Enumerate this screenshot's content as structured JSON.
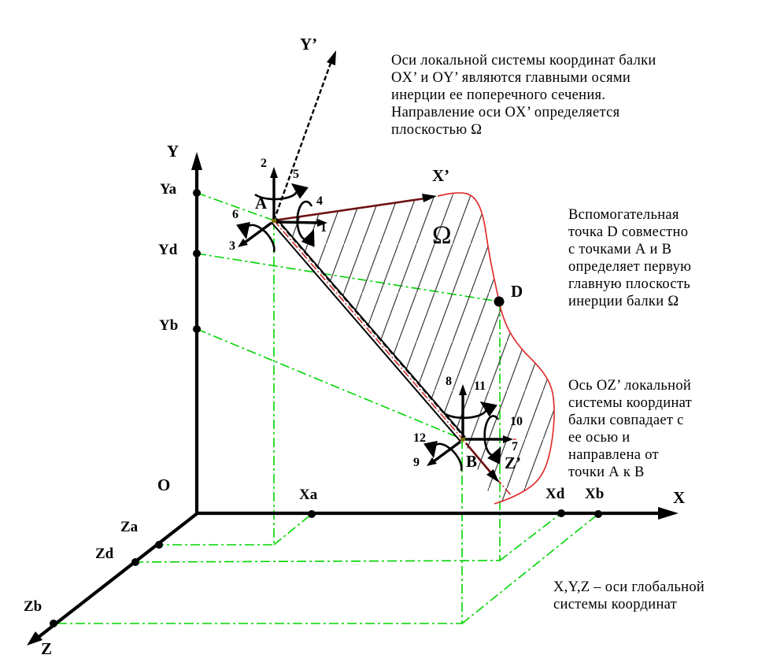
{
  "labels": {
    "origin": "O",
    "axis_x": "X",
    "axis_y": "Y",
    "axis_z": "Z",
    "local_x": "X’",
    "local_y": "Y’",
    "local_z": "Z’",
    "point_a": "A",
    "point_b": "B",
    "point_d": "D",
    "tick_ya": "Ya",
    "tick_yd": "Yd",
    "tick_yb": "Yb",
    "tick_xa": "Xa",
    "tick_xd": "Xd",
    "tick_xb": "Xb",
    "tick_za": "Za",
    "tick_zd": "Zd",
    "tick_zb": "Zb",
    "omega": "Ω"
  },
  "dof_labels": {
    "d1": "1",
    "d2": "2",
    "d3": "3",
    "d4": "4",
    "d5": "5",
    "d6": "6",
    "d7": "7",
    "d8": "8",
    "d9": "9",
    "d10": "10",
    "d11": "11",
    "d12": "12"
  },
  "annotations": {
    "local_axes_note": "Оси локальной системы координат балки\nOX’ и OY’ являются главными осями\nинерции ее поперечного сечения.\nНаправление оси OX’ определяется\nплоскостью Ω",
    "point_d_note": "Вспомогательная\nточка D совместно\nс точками А и В\nопределяет первую\nглавную плоскость\nинерции балки Ω",
    "local_z_note": "Ось OZ’ локальной\nсистемы координат\nбалки совпадает с\nее осью и\nнаправлена от\nточки А к В",
    "global_axes_note": "X,Y,Z – оси глобальной\nсистемы координат"
  },
  "colors": {
    "projection_line": "#00d500",
    "region_boundary": "#e03030",
    "local_axis": "#6e1212",
    "beam_centerline": "#cc2020",
    "ink": "#000000",
    "node_dot": "#7c7000"
  }
}
